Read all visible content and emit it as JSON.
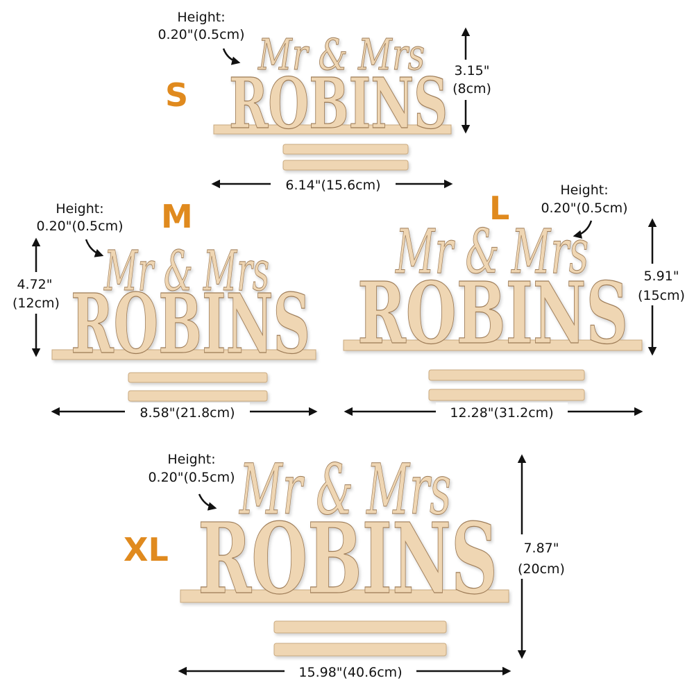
{
  "colors": {
    "size_label": "#e08a1e",
    "wood": "#efd6b3",
    "text": "#111111"
  },
  "sign": {
    "script_text": "Mr & Mrs",
    "name_text": "ROBINS"
  },
  "sizes": [
    {
      "size": "S",
      "thickness_title": "Height:",
      "thickness": "0.20\"(0.5cm)",
      "height_in": "3.15\"",
      "height_cm": "(8cm)",
      "width": "6.14\"(15.6cm)"
    },
    {
      "size": "M",
      "thickness_title": "Height:",
      "thickness": "0.20\"(0.5cm)",
      "height_in": "4.72\"",
      "height_cm": "(12cm)",
      "width": "8.58\"(21.8cm)"
    },
    {
      "size": "L",
      "thickness_title": "Height:",
      "thickness": "0.20\"(0.5cm)",
      "height_in": "5.91\"",
      "height_cm": "(15cm)",
      "width": "12.28\"(31.2cm)"
    },
    {
      "size": "XL",
      "thickness_title": "Height:",
      "thickness": "0.20\"(0.5cm)",
      "height_in": "7.87\"",
      "height_cm": "(20cm)",
      "width": "15.98\"(40.6cm)"
    }
  ]
}
